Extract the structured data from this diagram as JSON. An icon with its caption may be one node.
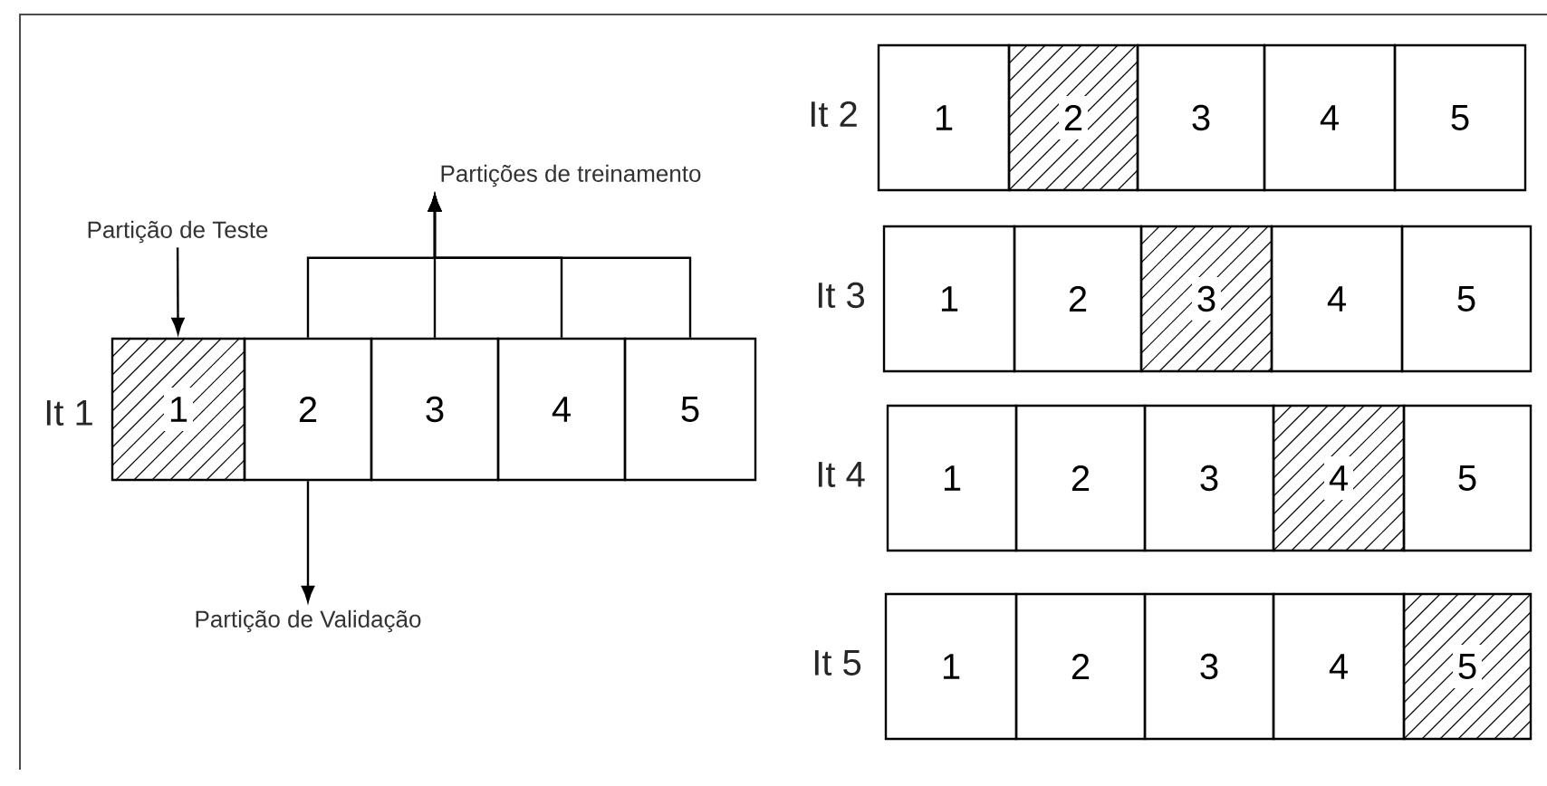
{
  "diagram": {
    "nodes": [
      {
        "text": [
          "1"
        ]
      },
      {
        "text": [
          "2"
        ]
      },
      {
        "text": [
          "3"
        ]
      },
      {
        "text": [
          "4"
        ]
      },
      {
        "text": [
          "5"
        ]
      },
      {
        "text": [
          "1"
        ]
      },
      {
        "text": [
          "2"
        ]
      },
      {
        "text": [
          "3"
        ]
      },
      {
        "text": [
          "4"
        ]
      },
      {
        "text": [
          "5"
        ]
      },
      {
        "text": [
          "1"
        ]
      },
      {
        "text": [
          "2"
        ]
      },
      {
        "text": [
          "3"
        ]
      },
      {
        "text": [
          "4"
        ]
      },
      {
        "text": [
          "5"
        ]
      },
      {
        "text": [
          "1"
        ]
      },
      {
        "text": [
          "2"
        ]
      },
      {
        "text": [
          "3"
        ]
      },
      {
        "text": [
          "4"
        ]
      },
      {
        "text": [
          "5"
        ]
      },
      {
        "text": [
          "1"
        ]
      },
      {
        "text": [
          "2"
        ]
      },
      {
        "text": [
          "3"
        ]
      },
      {
        "text": [
          "4"
        ]
      },
      {
        "text": [
          "5"
        ]
      },
      {
        "text": [
          "Partição de Teste"
        ]
      },
      {
        "text": [
          "Partições de treinamento"
        ]
      },
      {
        "text": [
          "Partição de Validação"
        ]
      }
    ],
    "edges": [
      {
        "from": 25,
        "to": 0,
        "arrow": "to"
      },
      {
        "from": 1,
        "to": 26,
        "arrow": "to"
      },
      {
        "from": 2,
        "to": 26,
        "arrow": "to"
      },
      {
        "from": 3,
        "to": 26,
        "arrow": "to"
      },
      {
        "from": 4,
        "to": 26,
        "arrow": "to"
      },
      {
        "from": 1,
        "to": 27,
        "arrow": "to"
      }
    ],
    "labels": [
      "It 1",
      "It 2",
      "It 3",
      "It 4",
      "It 5"
    ]
  }
}
